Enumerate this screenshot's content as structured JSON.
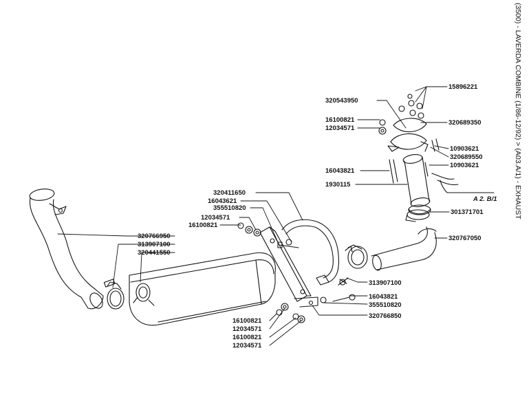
{
  "diagram": {
    "side_title": "(3500) - LAVERDA COMBINE (1/86-12/92) > (A03.A/1) - EXHAUST",
    "reference_label": "A 2. B/1",
    "part_numbers": {
      "p15896221": "15896221",
      "p320543950": "320543950",
      "p16100821_top": "16100821",
      "p12034571_top": "12034571",
      "p320689350": "320689350",
      "p10903621_a": "10903621",
      "p320689550": "320689550",
      "p10903621_b": "10903621",
      "p16043821_top": "16043821",
      "p1930115": "1930115",
      "p301371701": "301371701",
      "p320767050": "320767050",
      "p320411650": "320411650",
      "p16043621": "16043621",
      "p355510820_left": "355510820",
      "p12034571_left": "12034571",
      "p16100821_left": "16100821",
      "p320766950": "320766950",
      "p313907100_left": "313907100",
      "p320441550": "320441550",
      "p313907100_right": "313907100",
      "p16043821_right": "16043821",
      "p355510820_right": "355510820",
      "p320766850": "320766850",
      "p16100821_b1": "16100821",
      "p12034571_b1": "12034571",
      "p16100821_b2": "16100821",
      "p12034571_b2": "12034571"
    }
  }
}
